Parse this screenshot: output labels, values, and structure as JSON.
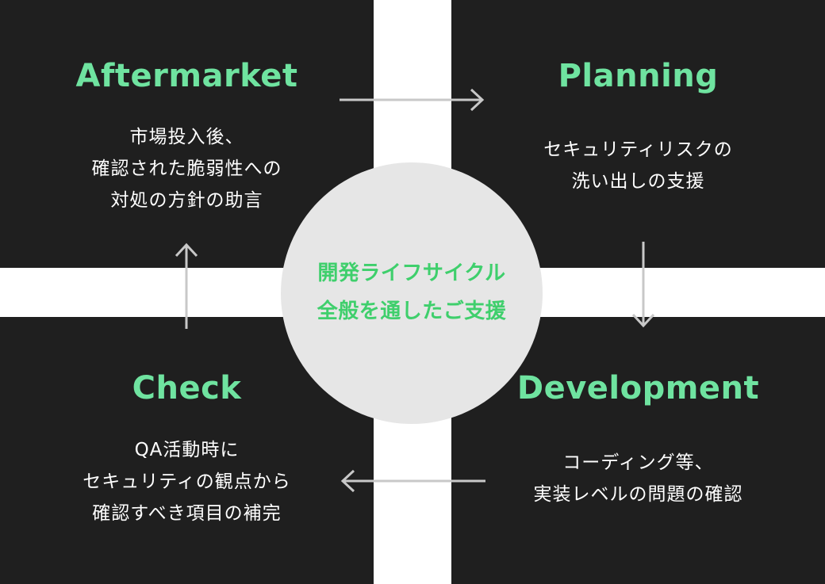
{
  "center": {
    "line1": "開発ライフサイクル",
    "line2": "全般を通したご支援"
  },
  "phases": {
    "aftermarket": {
      "title": "Aftermarket",
      "lines": [
        "市場投入後、",
        "確認された脆弱性への",
        "対処の方針の助言"
      ]
    },
    "planning": {
      "title": "Planning",
      "lines": [
        "セキュリティリスクの",
        "洗い出しの支援"
      ]
    },
    "check": {
      "title": "Check",
      "lines": [
        "QA活動時に",
        "セキュリティの観点から",
        "確認すべき項目の補完"
      ]
    },
    "development": {
      "title": "Development",
      "lines": [
        "コーディング等、",
        "実装レベルの問題の確認"
      ]
    }
  },
  "colors": {
    "panel": "#1f1f1f",
    "title_green": "#6fe3a0",
    "center_green": "#3fcf6c",
    "circle": "#e6e6e6",
    "arrow": "#c8c8c8"
  },
  "arrows": [
    {
      "name": "arrow-right-icon",
      "direction": "right"
    },
    {
      "name": "arrow-down-icon",
      "direction": "down"
    },
    {
      "name": "arrow-left-icon",
      "direction": "left"
    },
    {
      "name": "arrow-up-icon",
      "direction": "up"
    }
  ]
}
